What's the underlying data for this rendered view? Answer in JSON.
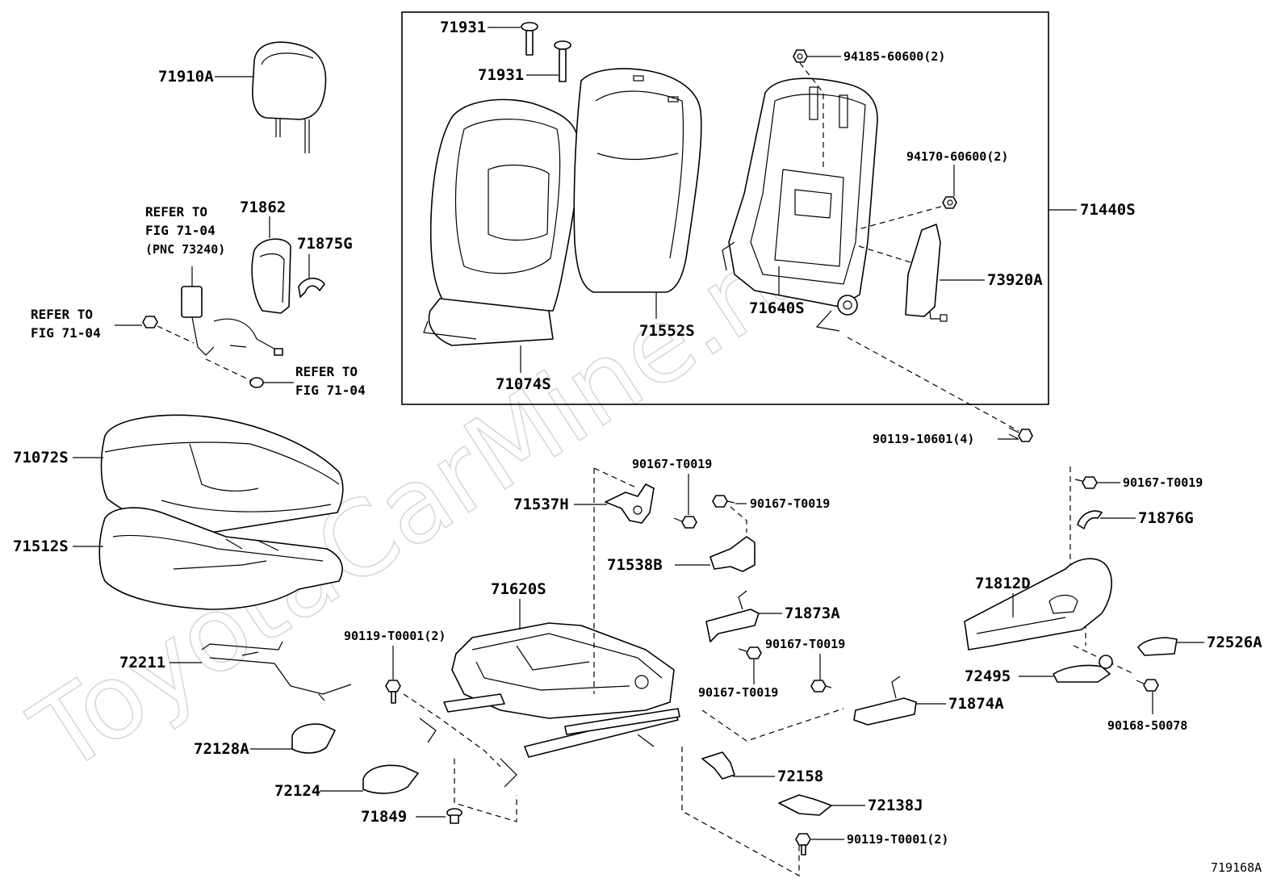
{
  "diagram": {
    "watermark": "ToyotaCarMine.ru",
    "figure_code": "719168A"
  },
  "labels": {
    "headrest": "71910A",
    "guide_1": "71931",
    "guide_2": "71931",
    "back_pad": "71074S",
    "back_cover": "71552S",
    "back_frame": "71640S",
    "back_assy": "71440S",
    "bolt_94185": "94185-60600(2)",
    "nut_94170": "94170-60600(2)",
    "side_airbag": "73920A",
    "bolt_90119_top": "90119-10601(4)",
    "cushion_cover": "71072S",
    "cushion_pad": "71512S",
    "belt_cover": "71862",
    "bezel_71875": "71875G",
    "ref_belt_1": "REFER TO",
    "ref_belt_2": "FIG 71-04",
    "ref_belt_3": "(PNC 73240)",
    "ref_bolt_1": "REFER TO",
    "ref_bolt_2": "FIG 71-04",
    "ref_nut_1": "REFER TO",
    "ref_nut_2": "FIG 71-04",
    "bracket_71537": "71537H",
    "bolt_90167_a": "90167-T0019",
    "bolt_90167_b": "90167-T0019",
    "cover_71538": "71538B",
    "adjuster": "71620S",
    "bolt_90119_adj": "90119-T0001(2)",
    "wire_72211": "72211",
    "cover_72128": "72128A",
    "cover_72124": "72124",
    "plug_71849": "71849",
    "lever_71873": "71873A",
    "bolt_90167_c": "90167-T0019",
    "bolt_90167_d": "90167-T0019",
    "lever_71874": "71874A",
    "cover_72158": "72158",
    "cover_72138": "72138J",
    "bolt_90119_bot": "90119-T0001(2)",
    "bolt_90167_e": "90167-T0019",
    "bezel_71876": "71876G",
    "shield_71812": "71812D",
    "knob_72526": "72526A",
    "knob_72495": "72495",
    "screw_90168": "90168-50078"
  }
}
